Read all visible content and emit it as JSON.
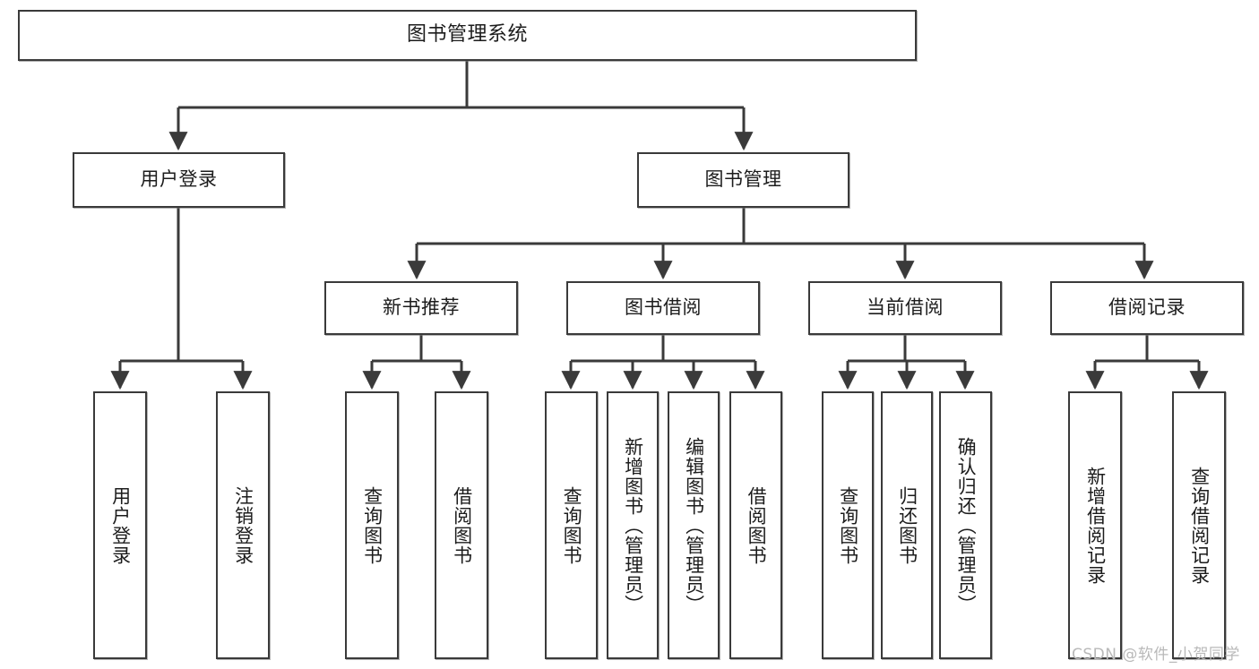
{
  "diagram": {
    "type": "tree-hierarchy-chart",
    "title": "图书管理系统",
    "line_color": "#3a3a3a",
    "box_fill": "#ffffff",
    "text_color": "#1c1c1c",
    "watermark": "CSDN @软件_小贺同学",
    "nodes": {
      "root": {
        "label": "图书管理系统"
      },
      "level1": [
        {
          "id": "user-login",
          "label": "用户登录"
        },
        {
          "id": "book-management",
          "label": "图书管理"
        }
      ],
      "level2": [
        {
          "id": "new-book-recommend",
          "label": "新书推荐"
        },
        {
          "id": "book-borrow",
          "label": "图书借阅"
        },
        {
          "id": "current-borrow",
          "label": "当前借阅"
        },
        {
          "id": "borrow-record",
          "label": "借阅记录"
        }
      ],
      "leaves": {
        "user_login": [
          {
            "id": "leaf-user-login",
            "label": "用户登录"
          },
          {
            "id": "leaf-logout-login",
            "label": "注销登录"
          }
        ],
        "new_book_recommend": [
          {
            "id": "leaf-query-book-1",
            "label": "查询图书"
          },
          {
            "id": "leaf-borrow-book-1",
            "label": "借阅图书"
          }
        ],
        "book_borrow": [
          {
            "id": "leaf-query-book-2",
            "label": "查询图书"
          },
          {
            "id": "leaf-add-book-admin",
            "label": "新增图书（管理员）"
          },
          {
            "id": "leaf-edit-book-admin",
            "label": "编辑图书（管理员）"
          },
          {
            "id": "leaf-borrow-book-2",
            "label": "借阅图书"
          }
        ],
        "current_borrow": [
          {
            "id": "leaf-query-book-3",
            "label": "查询图书"
          },
          {
            "id": "leaf-return-book",
            "label": "归还图书"
          },
          {
            "id": "leaf-confirm-return-admin",
            "label": "确认归还（管理员）"
          }
        ],
        "borrow_record": [
          {
            "id": "leaf-add-borrow-record",
            "label": "新增借阅记录"
          },
          {
            "id": "leaf-query-borrow-record",
            "label": "查询借阅记录"
          }
        ]
      }
    }
  }
}
